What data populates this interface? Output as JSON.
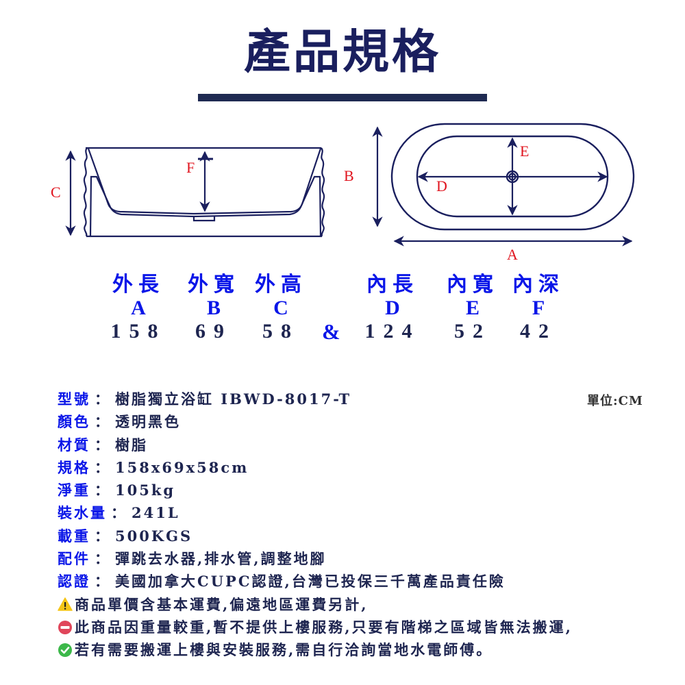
{
  "header": {
    "title": "產品規格"
  },
  "diagram": {
    "side_view_labels": {
      "outer_height": "C",
      "inner_depth": "F"
    },
    "top_view_labels": {
      "outer_length": "A",
      "outer_width": "B",
      "inner_length": "D",
      "inner_width": "E"
    },
    "line_color": "#1a1f5e",
    "label_color": "#e0141e"
  },
  "dimensions": {
    "outer": [
      {
        "label": "外長",
        "letter": "A",
        "value": "158"
      },
      {
        "label": "外寬",
        "letter": "B",
        "value": "69"
      },
      {
        "label": "外高",
        "letter": "C",
        "value": "58"
      }
    ],
    "joiner": "&",
    "inner": [
      {
        "label": "內長",
        "letter": "D",
        "value": "124"
      },
      {
        "label": "內寬",
        "letter": "E",
        "value": "52"
      },
      {
        "label": "內深",
        "letter": "F",
        "value": "42"
      }
    ]
  },
  "unit_note": "單位:CM",
  "specs": [
    {
      "key": "型號",
      "sep": "：",
      "value": "樹脂獨立浴缸 IBWD-8017-T"
    },
    {
      "key": "顏色",
      "sep": "：",
      "value": "透明黑色"
    },
    {
      "key": "材質",
      "sep": "：",
      "value": "樹脂"
    },
    {
      "key": "規格",
      "sep": "：",
      "value": "158x69x58cm"
    },
    {
      "key": "淨重",
      "sep": "：",
      "value": "105kg"
    },
    {
      "key": "裝水量",
      "sep": "：",
      "value": "241L"
    },
    {
      "key": "載重",
      "sep": "：",
      "value": "500KGS"
    },
    {
      "key": "配件",
      "sep": "：",
      "value": "彈跳去水器,排水管,調整地腳"
    },
    {
      "key": "認證",
      "sep": "：",
      "value": "美國加拿大CUPC認證,台灣已投保三千萬產品責任險"
    }
  ],
  "notes": [
    {
      "icon": "warning-icon",
      "text": "商品單價含基本運費,偏遠地區運費另計,"
    },
    {
      "icon": "no-entry-icon",
      "text": "此商品因重量較重,暫不提供上樓服務,只要有階梯之區域皆無法搬運,"
    },
    {
      "icon": "check-circle-icon",
      "text": "若有需要搬運上樓與安裝服務,需自行洽詢當地水電師傅。"
    }
  ],
  "colors": {
    "navy": "#1a1f5e",
    "key_blue": "#0a16e8",
    "label_red": "#e0141e",
    "warning_yellow": "#f5c518",
    "no_entry_red": "#e0455a",
    "check_green": "#3cb84a"
  }
}
